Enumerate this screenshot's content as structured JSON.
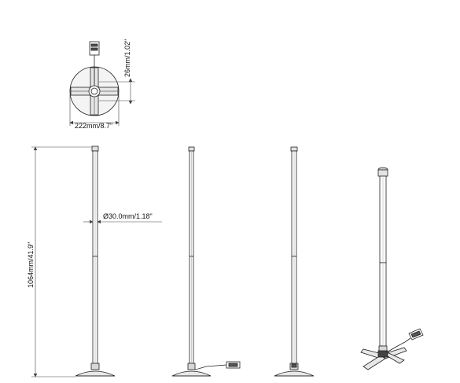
{
  "dimensions": {
    "base_height": "26mm/1.02\"",
    "base_diameter": "222mm/8.7\"",
    "tube_diameter": "Ø30.0mm/1.18\"",
    "total_height": "1064mm/41.9\""
  },
  "colors": {
    "line": "#222222",
    "dim_line": "#444444",
    "fill_light": "#e8e8e8",
    "fill_mid": "#cfcfcf",
    "fill_dark": "#555555"
  }
}
